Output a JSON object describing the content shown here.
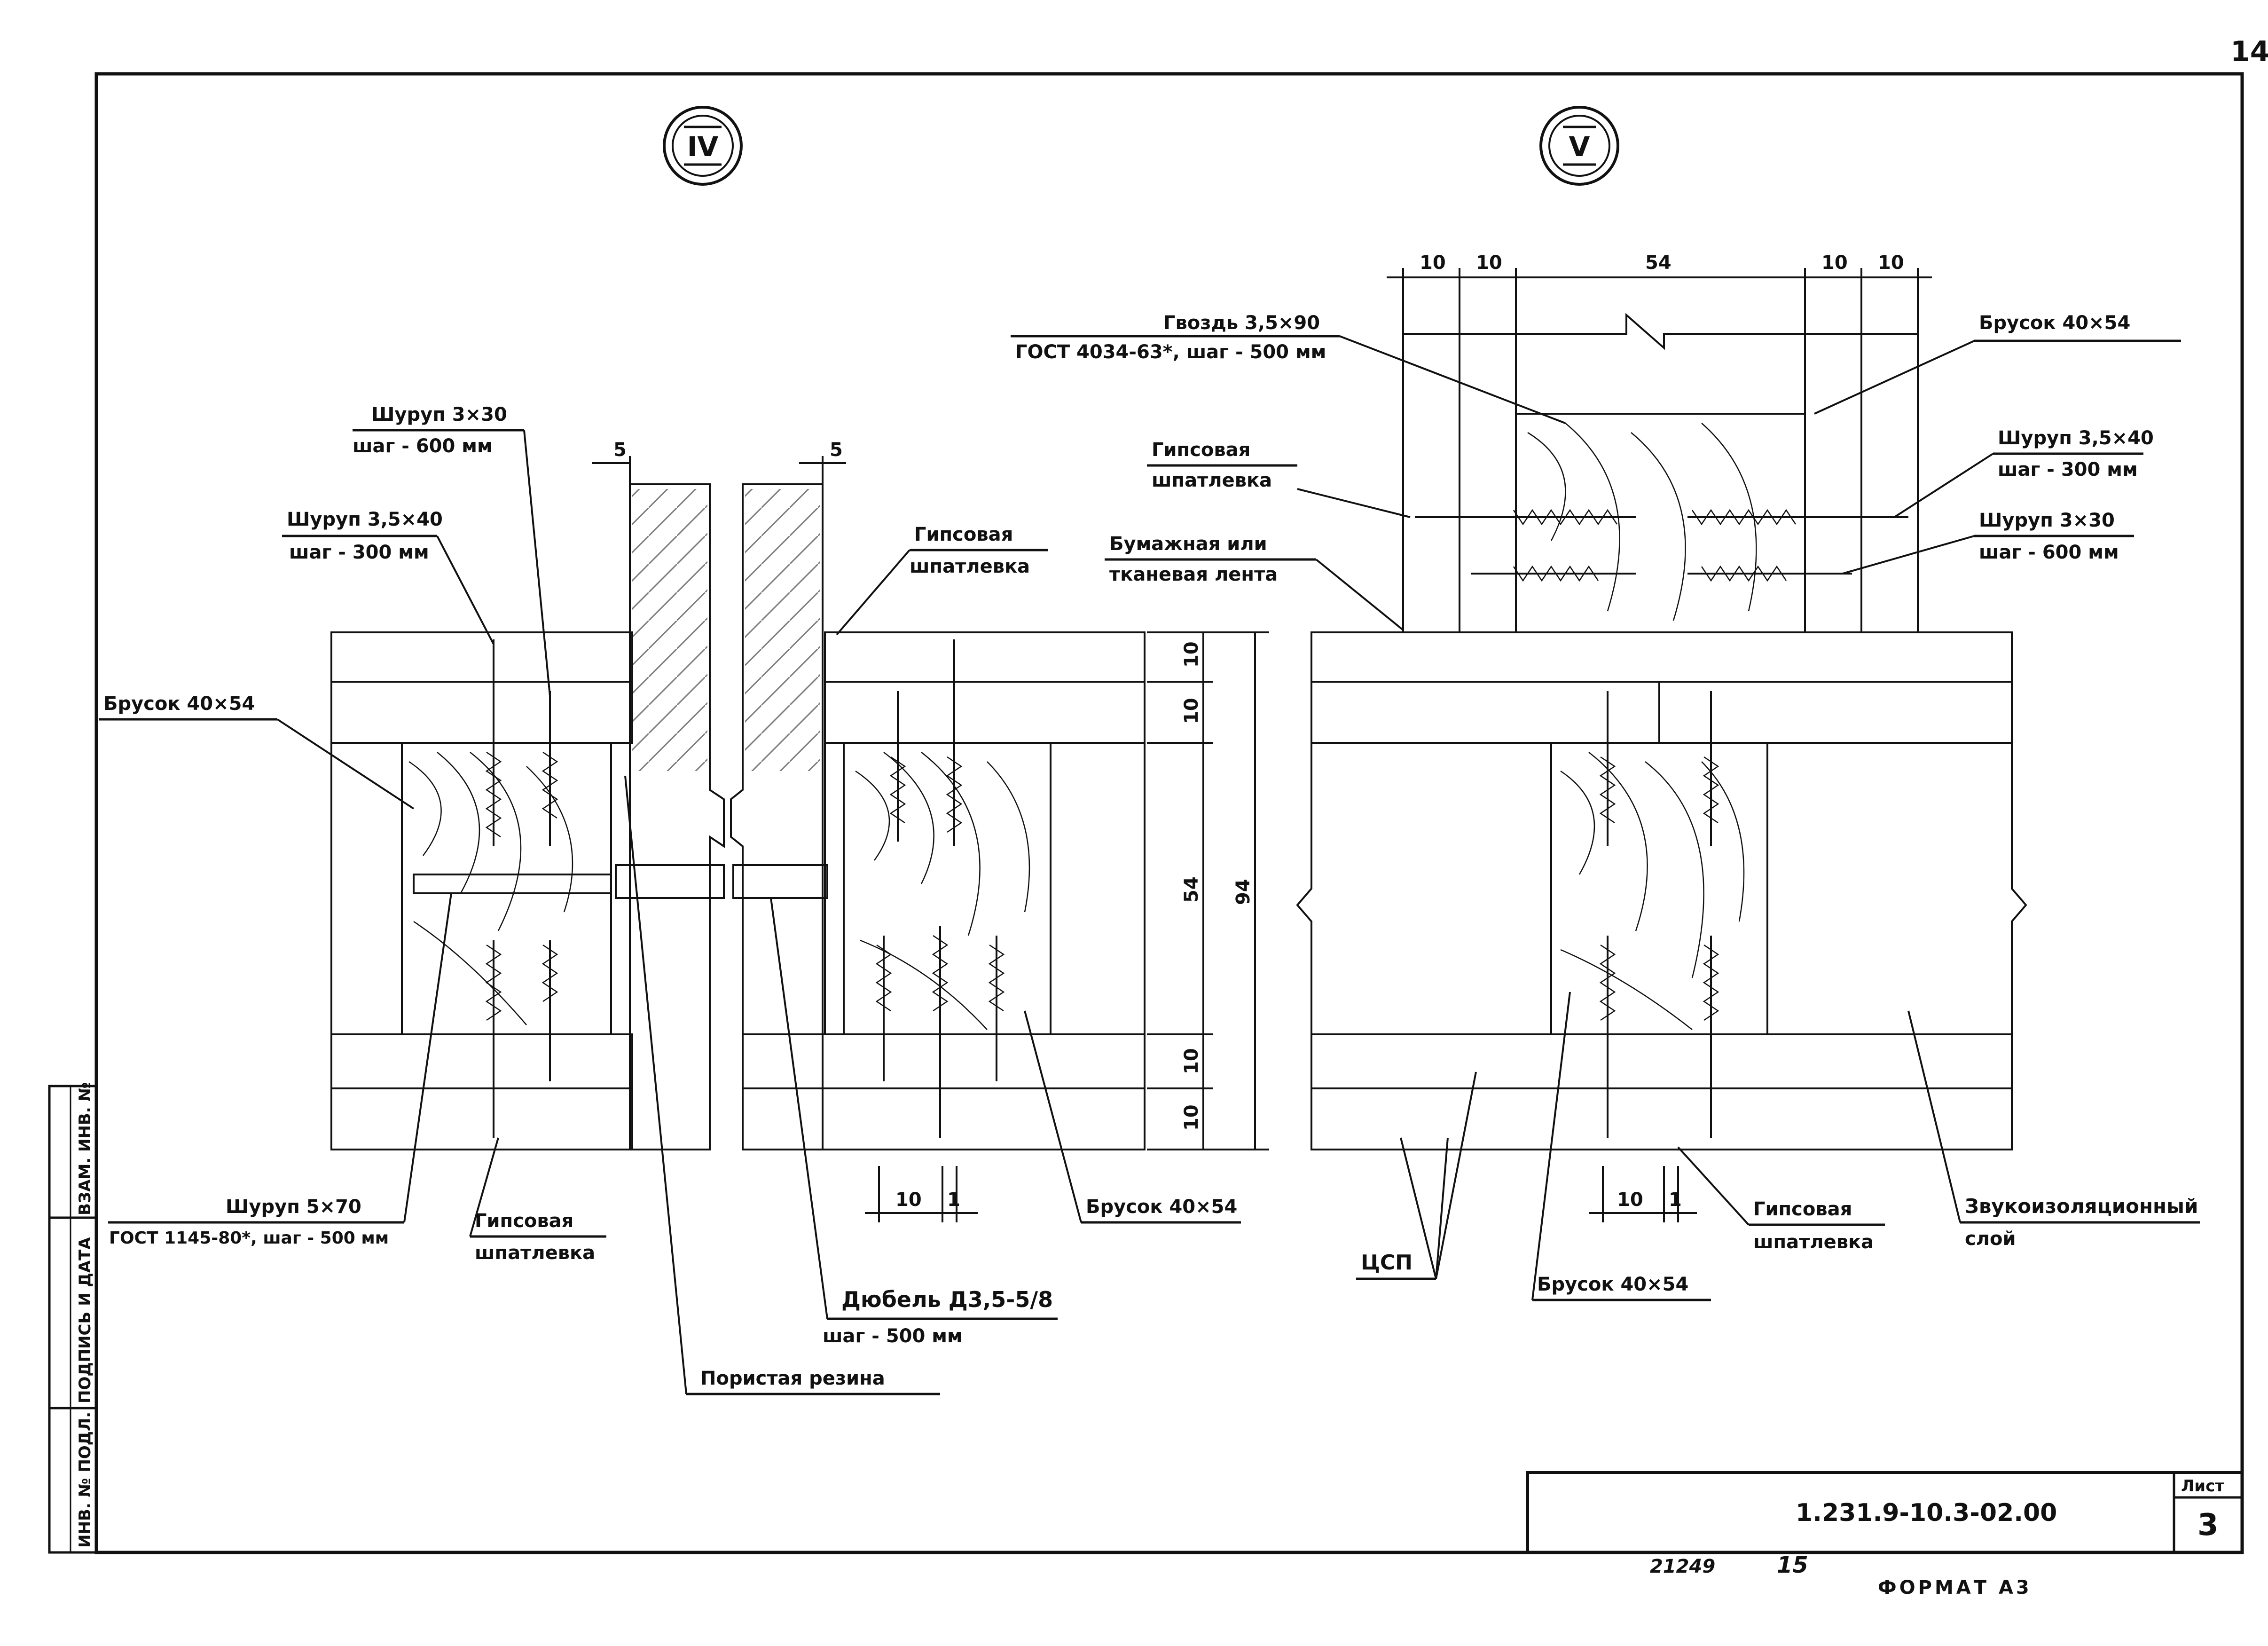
{
  "page_number": "14",
  "callouts": {
    "left": "IV",
    "right": "V"
  },
  "labels": {
    "nail_title": "Гвоздь 3,5×90",
    "nail_gost": "ГОСТ 4034-63*, шаг - 500 мм",
    "bar_top_right": "Брусок 40×54",
    "screw_3_5x40_r_line1": "Шуруп 3,5×40",
    "screw_3_5x40_r_line2": "шаг - 300 мм",
    "screw_3x30_r_line1": "Шуруп 3×30",
    "screw_3x30_r_line2": "шаг - 600 мм",
    "gypsum_v_top_line1": "Гипсовая",
    "gypsum_v_top_line2": "шпатлевка",
    "paper_tape_line1": "Бумажная или",
    "paper_tape_line2": "тканевая лента",
    "screw_3x30_l_line1": "Шуруп 3×30",
    "screw_3x30_l_line2": "шаг - 600 мм",
    "screw_3_5x40_l_line1": "Шуруп 3,5×40",
    "screw_3_5x40_l_line2": "шаг - 300 мм",
    "gypsum_iv_top_line1": "Гипсовая",
    "gypsum_iv_top_line2": "шпатлевка",
    "bar_left": "Брусок 40×54",
    "screw_5x70_line1": "Шуруп 5×70",
    "screw_5x70_line2": "ГОСТ 1145-80*, шаг - 500 мм",
    "gypsum_iv_bottom_line1": "Гипсовая",
    "gypsum_iv_bottom_line2": "шпатлевка",
    "dowel_line1": "Дюбель Д3,5-5/8",
    "dowel_line2": "шаг - 500 мм",
    "porous_rubber": "Пористая резина",
    "bar_iv_bottom": "Брусок 40×54",
    "tsp": "ЦСП",
    "bar_v_bottom": "Брусок 40×54",
    "gypsum_v_bottom_line1": "Гипсовая",
    "gypsum_v_bottom_line2": "шпатлевка",
    "sound_line1": "Звукоизоляционный",
    "sound_line2": "слой"
  },
  "dimensions": {
    "d5_left": "5",
    "d5_right": "5",
    "top_10a": "10",
    "top_10b": "10",
    "top_54": "54",
    "top_10c": "10",
    "top_10d": "10",
    "vert_10a": "10",
    "vert_10b": "10",
    "vert_54": "54",
    "vert_10c": "10",
    "vert_10d": "10",
    "vert_94": "94",
    "bot_iv_10": "10",
    "bot_iv_1": "1",
    "bot_v_10": "10",
    "bot_v_1": "1"
  },
  "side_stamp": [
    "ВЗАМ. ИНВ. №",
    "ПОДПИСЬ И ДАТА",
    "ИНВ. № ПОДЛ."
  ],
  "title_block": {
    "code": "1.231.9-10.3-02.00",
    "sheet_label": "Лист",
    "sheet_no": "3"
  },
  "footer": {
    "inv_no": "21249",
    "num": "15",
    "format": "ФОРМАТ А3"
  }
}
